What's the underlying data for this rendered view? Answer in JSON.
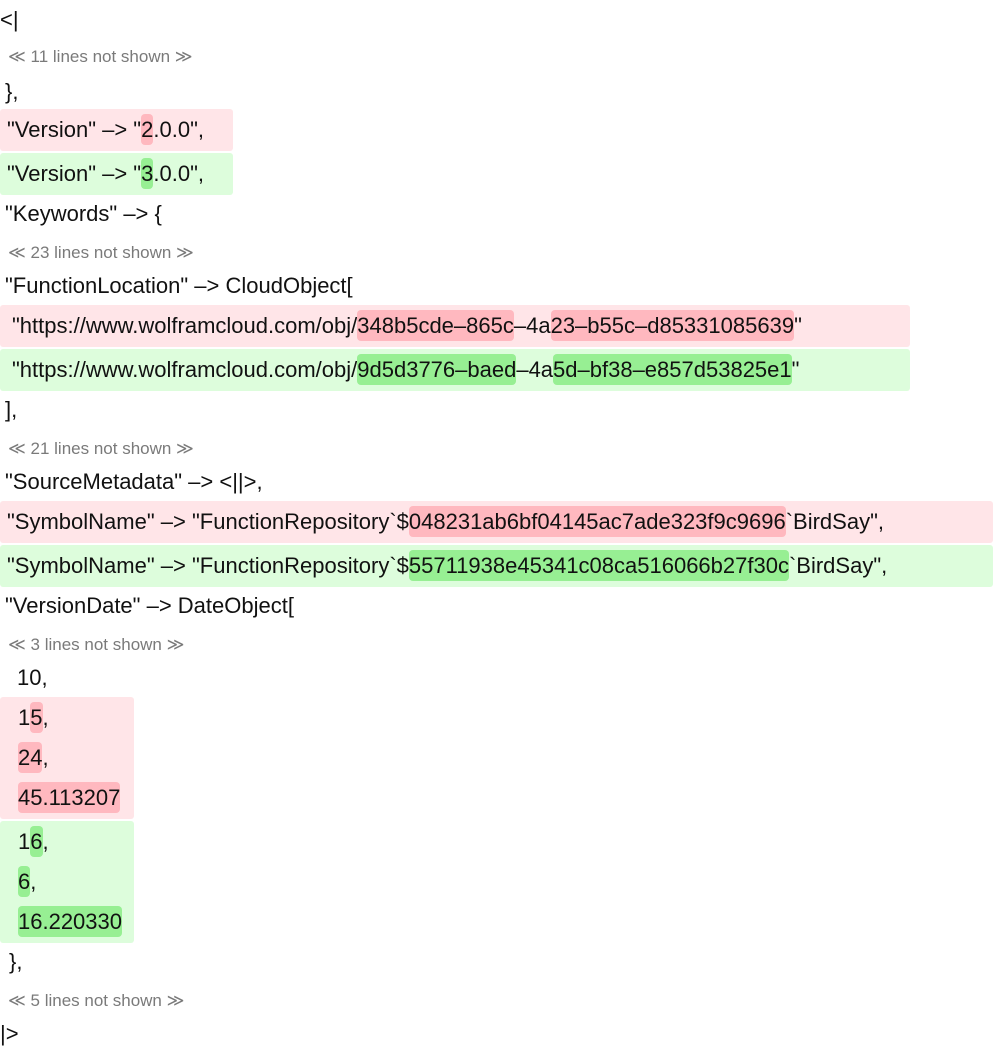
{
  "lines": {
    "assoc_open": "<|",
    "hidden_1": "≪ 11 lines not shown ≫",
    "close_brace_1": "},",
    "version_old": {
      "a": "\"Version\" –> \"",
      "h": "2",
      "b": ".0.0\","
    },
    "version_new": {
      "a": "\"Version\" –> \"",
      "h": "3",
      "b": ".0.0\","
    },
    "keywords": "\"Keywords\" –> {",
    "hidden_2": "≪ 23 lines not shown ≫",
    "function_location": "\"FunctionLocation\" –> CloudObject[",
    "url_old": {
      "a": "\"https://www.wolframcloud.com/obj/",
      "h1": "348b5cde–865c",
      "m": "–4a",
      "h2": "23–b55c–d85331085639",
      "b": "\""
    },
    "url_new": {
      "a": "\"https://www.wolframcloud.com/obj/",
      "h1": "9d5d3776–baed",
      "m": "–4a",
      "h2": "5d–bf38–e857d53825e1",
      "b": "\""
    },
    "close_bracket": "],",
    "hidden_3": "≪ 21 lines not shown ≫",
    "source_metadata": "\"SourceMetadata\" –> <||>,",
    "symbol_old": {
      "a": "\"SymbolName\" –> \"FunctionRepository`$",
      "h": "048231ab6bf04145ac7ade323f9c9696",
      "b": "`BirdSay\","
    },
    "symbol_new": {
      "a": "\"SymbolName\" –> \"FunctionRepository`$",
      "h": "55711938e45341c08ca516066b27f30c",
      "b": "`BirdSay\","
    },
    "version_date": "\"VersionDate\" –> DateObject[",
    "hidden_4": "≪ 3 lines not shown ≫",
    "date_10": "10,",
    "date_old": {
      "l1a": "1",
      "l1h": "5",
      "l1b": ",",
      "l2h": "24",
      "l2b": ",",
      "l3h": "45.113207"
    },
    "date_new": {
      "l1a": "1",
      "l1h": "6",
      "l1b": ",",
      "l2h": "6",
      "l2b": ",",
      "l3h": "16.220330"
    },
    "close_brace_2": "},",
    "hidden_5": "≪ 5 lines not shown ≫",
    "assoc_close": "|>"
  },
  "colors": {
    "deleted_background": "#ffe5e8",
    "deleted_highlight": "#ffb8bf",
    "added_background": "#ddfddc",
    "added_highlight": "#97ef93",
    "hidden_note_text": "#7a7a7a"
  }
}
